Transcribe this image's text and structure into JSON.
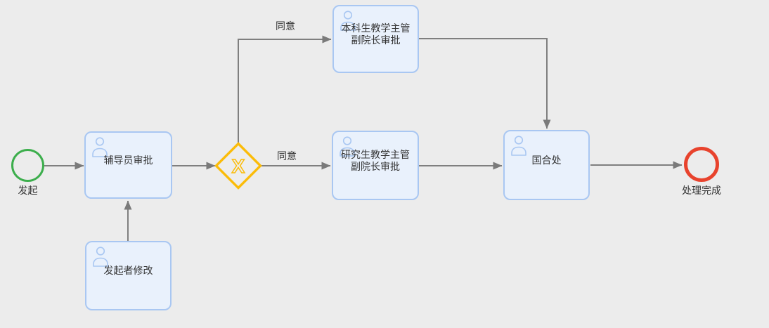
{
  "diagram": {
    "start_event": {
      "label": "发起",
      "color": "#3CAE4C"
    },
    "end_event": {
      "label": "处理完成",
      "color": "#E8432D"
    },
    "gateway": {
      "symbol": "X",
      "color": "#FBBC09"
    },
    "tasks": [
      {
        "id": "counselor-approval",
        "label_lines": [
          "辅导员审批"
        ]
      },
      {
        "id": "initiator-edit",
        "label_lines": [
          "发起者修改"
        ]
      },
      {
        "id": "undergrad-dean-approval",
        "label_lines": [
          "本科生教学主管",
          "副院长审批"
        ]
      },
      {
        "id": "grad-dean-approval",
        "label_lines": [
          "研究生教学主管",
          "副院长审批"
        ]
      },
      {
        "id": "intl-office",
        "label_lines": [
          "国合处"
        ]
      }
    ],
    "flow_labels": {
      "gateway_to_undergrad": "同意",
      "gateway_to_grad": "同意"
    },
    "colors": {
      "canvas_background": "#ECECEC",
      "task_fill": "#E9F1FC",
      "task_border": "#A9C7F2",
      "user_icon": "#A9C7F2",
      "connector": "#7F7F7F"
    }
  }
}
